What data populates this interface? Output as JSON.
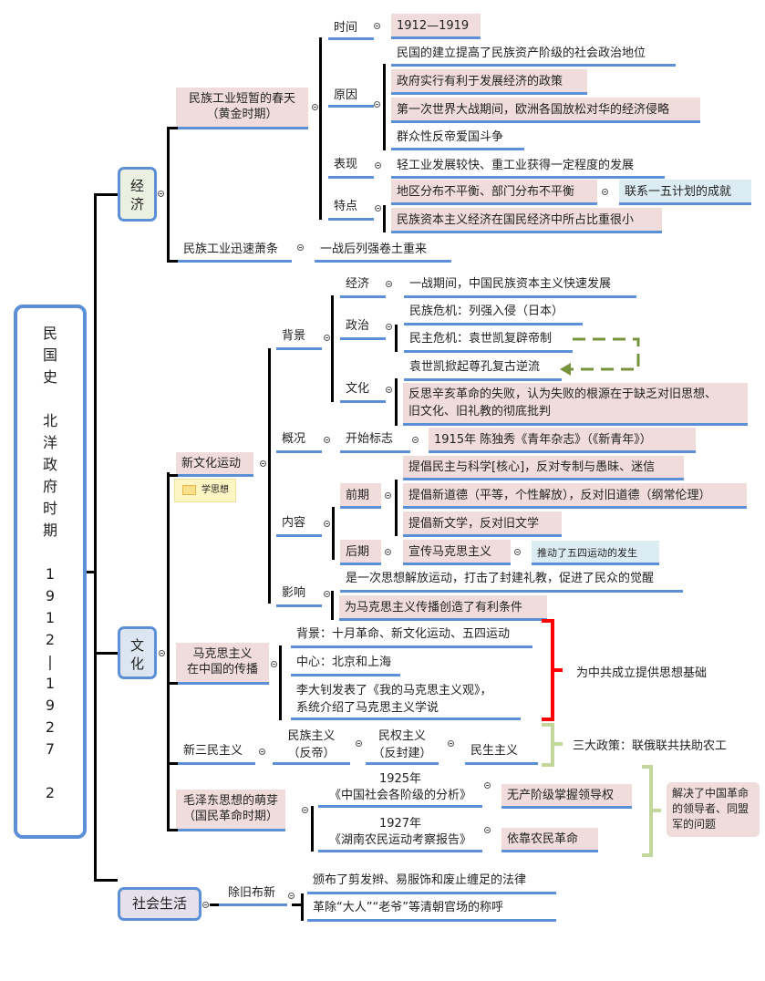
{
  "root": {
    "lines": [
      "民",
      "国",
      "史",
      "",
      "北",
      "洋",
      "政",
      "府",
      "时",
      "期",
      "",
      "1",
      "9",
      "1",
      "2",
      "|",
      "1",
      "9",
      "2",
      "7",
      "",
      "2"
    ]
  },
  "economy": {
    "label": "经济",
    "golden": {
      "title": "民族工业短暂的春天",
      "subtitle": "（黄金时期）",
      "time_label": "时间",
      "time_value": "1912—1919",
      "cause_label": "原因",
      "causes": [
        "民国的建立提高了民族资产阶级的社会政治地位",
        "政府实行有利于发展经济的政策",
        "第一次世界大战期间，欧洲各国放松对华的经济侵略",
        "群众性反帝爱国斗争"
      ],
      "perf_label": "表现",
      "perf_value": "轻工业发展较快、重工业获得一定程度的发展",
      "feature_label": "特点",
      "features": [
        "地区分布不平衡、部门分布不平衡",
        "民族资本主义经济在国民经济中所占比重很小"
      ],
      "feature_note": "联系一五计划的成就"
    },
    "decline": {
      "title": "民族工业迅速萧条",
      "value": "一战后列强卷土重来"
    }
  },
  "culture": {
    "label": "文化",
    "nca": {
      "title": "新文化运动",
      "tag": "学思想",
      "bg_label": "背景",
      "bg_econ_label": "经济",
      "bg_econ": "一战期间，中国民族资本主义快速发展",
      "bg_pol_label": "政治",
      "bg_pol": [
        "民族危机：列强入侵（日本）",
        "民主危机：袁世凯复辟帝制"
      ],
      "bg_cul_label": "文化",
      "bg_cul": [
        "袁世凯掀起尊孔复古逆流",
        "反思辛亥革命的失败，认为失败的根源在于缺乏对旧思想、",
        "旧文化、旧礼教的彻底批判"
      ],
      "overview_label": "概况",
      "start_label": "开始标志",
      "start_value": "1915年 陈独秀《青年杂志》（《新青年》）",
      "content_label": "内容",
      "early_label": "前期",
      "early": [
        "提倡民主与科学[核心]，反对专制与愚昧、迷信",
        "提倡新道德（平等，个性解放），反对旧道德（纲常伦理）",
        "提倡新文学，反对旧文学"
      ],
      "late_label": "后期",
      "late": "宣传马克思主义",
      "late_note": "推动了五四运动的发生",
      "impact_label": "影响",
      "impact": [
        "是一次思想解放运动，打击了封建礼教，促进了民众的觉醒",
        "为马克思主义传播创造了有利条件"
      ]
    },
    "marx": {
      "title1": "马克思主义",
      "title2": "在中国的传播",
      "items": [
        "背景：十月革命、新文化运动、五四运动",
        "中心：北京和上海",
        "李大钊发表了《我的马克思主义观》，",
        "系统介绍了马克思主义学说"
      ],
      "summary": "为中共成立提供思想基础"
    },
    "three": {
      "title": "新三民主义",
      "nat1": "民族主义",
      "nat2": "（反帝）",
      "rights1": "民权主义",
      "rights2": "（反封建）",
      "live": "民生主义",
      "summary": "三大政策：联俄联共扶助农工"
    },
    "mao": {
      "title1": "毛泽东思想的萌芽",
      "title2": "（国民革命时期）",
      "w1_year": "1925年",
      "w1_title": "《中国社会各阶级的分析》",
      "w1_value": "无产阶级掌握领导权",
      "w2_year": "1927年",
      "w2_title": "《湖南农民运动考察报告》",
      "w2_value": "依靠农民革命",
      "summary": [
        "解决了中国革命",
        "的领导者、同盟",
        "军的问题"
      ]
    }
  },
  "social": {
    "label": "社会生活",
    "sub": "除旧布新",
    "items": [
      "颁布了剪发辫、易服饰和废止缠足的法律",
      "革除“大人”“老爷”等清朝官场的称呼"
    ]
  },
  "colors": {
    "line_blue": "#5b8fd6",
    "pink": "#f1dcdc",
    "light_blue": "#dcecf3",
    "red_bracket": "#ff0000",
    "green_bracket": "#c3d69b",
    "dashed_green": "#77933c"
  }
}
